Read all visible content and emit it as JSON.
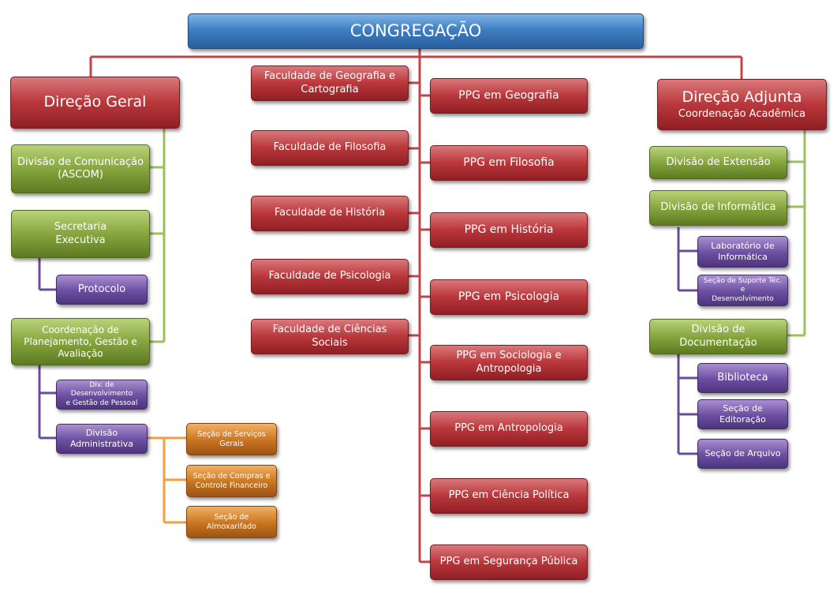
{
  "congregacao": "CONGREGAÇÃO",
  "direcao_geral": "Direção Geral",
  "direcao_adjunta": {
    "title": "Direção Adjunta",
    "subtitle": "Coordenação Acadêmica"
  },
  "left": {
    "ascom": [
      "Divisão de Comunicação",
      "(ASCOM)"
    ],
    "secretaria": [
      "Secretaria",
      "Executiva"
    ],
    "protocolo": "Protocolo",
    "coordenacao": [
      "Coordenação de",
      "Planejamento, Gestão e",
      "Avaliação"
    ],
    "div_desenvolvimento": [
      "Div. de Desenvolvimento",
      "e Gestão de Pessoal"
    ],
    "div_administrativa": [
      "Divisão",
      "Administrativa"
    ],
    "servicos_gerais": [
      "Seção de Serviços",
      "Gerais"
    ],
    "compras": [
      "Seção de Compras e",
      "Controle Financeiro"
    ],
    "almoxarifado": [
      "Seção de",
      "Almoxarifado"
    ]
  },
  "faculdades": {
    "geografia": [
      "Faculdade de Geografia e",
      "Cartografia"
    ],
    "filosofia": "Faculdade de Filosofia",
    "historia": "Faculdade de História",
    "psicologia": "Faculdade de Psicologia",
    "ciencias_sociais": [
      "Faculdade de Ciências",
      "Sociais"
    ]
  },
  "ppg": {
    "geografia": "PPG em Geografia",
    "filosofia": "PPG em Filosofia",
    "historia": "PPG em História",
    "psicologia": "PPG em Psicologia",
    "sociologia": [
      "PPG em Sociologia e",
      "Antropologia"
    ],
    "antropologia": "PPG em Antropologia",
    "ciencia_politica": "PPG em Ciência Política",
    "seguranca": "PPG em Segurança Pública"
  },
  "right": {
    "extensao": "Divisão de Extensão",
    "informatica": "Divisão de Informática",
    "laboratorio": [
      "Laboratório de",
      "Informática"
    ],
    "suporte": [
      "Seção de Suporte Téc. e",
      "Desenvolvimento"
    ],
    "documentacao": "Divisão de Documentação",
    "biblioteca": "Biblioteca",
    "editoracao": "Seção de Editoração",
    "arquivo": "Seção de Arquivo"
  }
}
